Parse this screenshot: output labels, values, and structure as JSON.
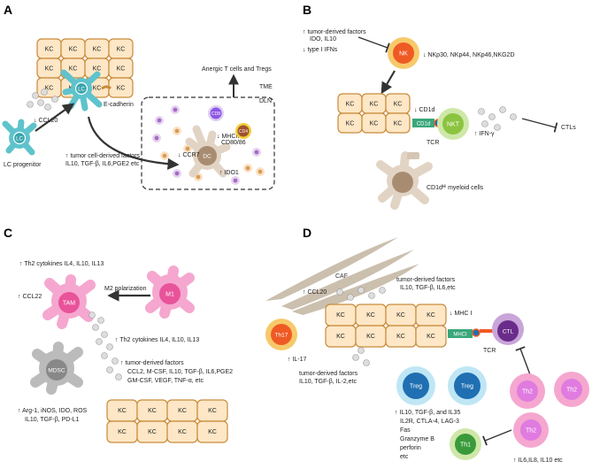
{
  "panels": {
    "a": {
      "letter": "A",
      "kc": "KC",
      "lc": "LC",
      "ccl20": "CCL20",
      "e_cadherin": "E-cadherin",
      "lc_progenitor": "LC progenitor",
      "tumor_factors_1": "tumor cell-derived factors",
      "tumor_factors_2": "IL10, TGF-β, IL6,PGE2 etc",
      "anergic": "Anergic T cells and Tregs",
      "tme": "TME",
      "dln": "DLN",
      "ccr7": "CCR7",
      "dc": "DC",
      "cd8": "CD8",
      "cd4": "CD4",
      "mhcii": "MHCII",
      "cd80_86": "CD80/86",
      "ido1": "IDO1"
    },
    "b": {
      "letter": "B",
      "factors_1": "tumor-derived factors",
      "factors_2": "IDO, IL10",
      "ifns": "type I IFNs",
      "nk": "NK",
      "nk_receptors": "NKp30, NKp44, NKp46,NKG2D",
      "kc": "KC",
      "cd1d": "CD1d",
      "nkt": "NKT",
      "tcr": "TCR",
      "ifng": "IFN-γ",
      "ctls": "CTLs",
      "myeloid": "CD1dᴴⁱ myeloid cells"
    },
    "c": {
      "letter": "C",
      "th2_1": "Th2 cytokines IL4, IL10, IL13",
      "ccl22": "CCL22",
      "tam": "TAM",
      "m2": "M2 polarization",
      "m1": "M1",
      "th2_2": "Th2 cytokines IL4, IL10, IL13",
      "mdsc": "MDSC",
      "tf_1": "tumor-derived factors",
      "tf_2": "CCL2, M-CSF, IL10, TGF-β, IL6,PGE2",
      "tf_3": "GM-CSF, VEGF, TNF-α, etc",
      "arg_1": "Arg-1, iNOS, IDO, ROS",
      "arg_2": "IL10, TGF-β, PD-L1",
      "kc": "KC"
    },
    "d": {
      "letter": "D",
      "caf": "CAF",
      "ccl20": "CCL20",
      "tf_1": "tumor-derived factors",
      "tf_2": "IL10, TGF-β, IL6,etc",
      "th17": "Th17",
      "il17": "IL-17",
      "kc": "KC",
      "mhci_arrow": "MHC I",
      "mhci": "MHCI",
      "ctl": "CTL",
      "tcr": "TCR",
      "tf2_1": "tumor-derived factors",
      "tf2_2": "IL10, TGF-β, IL-2,etc",
      "treg": "Treg",
      "th2": "Th2",
      "treg_f_1": "IL10, TGF-β, and IL35",
      "treg_f_2": "IL2R, CTLA-4, LAG-3",
      "treg_f_3": "Fas",
      "treg_f_4": "Granzyme B",
      "treg_f_5": "perforin",
      "treg_f_6": "etc",
      "th1": "Th1",
      "th2_f": "IL6,IL8, IL10 etc"
    }
  },
  "colors": {
    "kc_fill": "#fde7c6",
    "kc_stroke": "#c98a3a",
    "lc": "#5ec3cc",
    "nk": "#ef5a24",
    "nkt": "#8bc43f",
    "pink": "#e8539a",
    "treg": "#1f6fb2",
    "th1": "#3a9a3a",
    "ctl": "#6a2c8a",
    "caf": "#cbbfae"
  }
}
